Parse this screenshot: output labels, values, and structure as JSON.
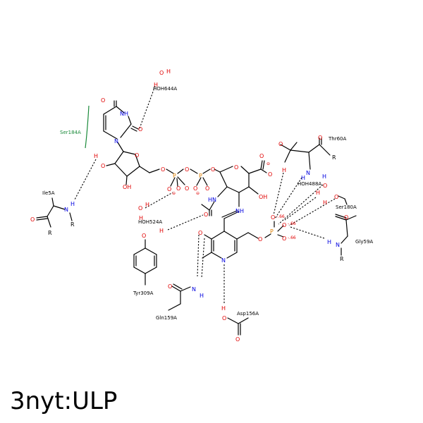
{
  "title": "3nyt:ULP",
  "residues": {
    "ser184": "Ser184A",
    "hoh644": "HOH644A",
    "ile5": "Ile5A",
    "hoh524": "HOH524A",
    "tyr309": "Tyr309A",
    "gln159": "Gln159A",
    "asp156": "Asp156A",
    "thr60": "Thr60A",
    "hoh488": "HOH488A",
    "ser180": "Ser180A",
    "gly59": "Gly59A"
  },
  "charges": {
    "c1": "⊖",
    "c2": "⊖",
    "c3": "⊖",
    "p1": "-.66",
    "p2": "-.66",
    "p3": "-.66"
  },
  "colors": {
    "oxygen": "#e00000",
    "nitrogen": "#0000e0",
    "phosphorus": "#e08000",
    "hydrophobic": "#1a8a3a"
  }
}
